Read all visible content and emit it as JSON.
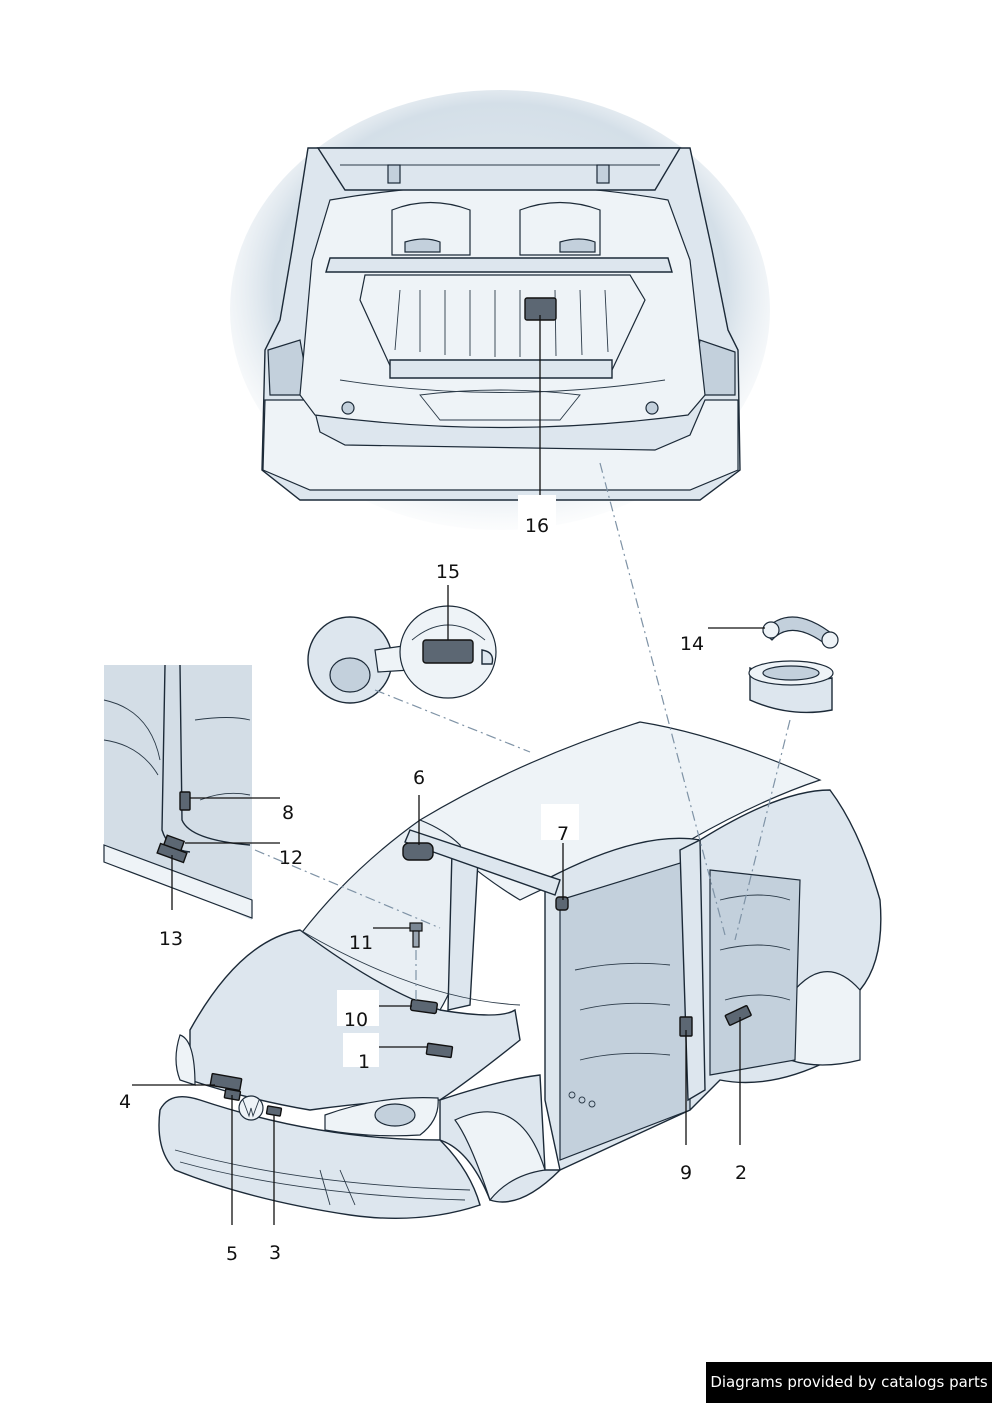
{
  "callouts": [
    {
      "id": "1",
      "label": "1"
    },
    {
      "id": "2",
      "label": "2"
    },
    {
      "id": "3",
      "label": "3"
    },
    {
      "id": "4",
      "label": "4"
    },
    {
      "id": "5",
      "label": "5"
    },
    {
      "id": "6",
      "label": "6"
    },
    {
      "id": "7",
      "label": "7"
    },
    {
      "id": "8",
      "label": "8"
    },
    {
      "id": "9",
      "label": "9"
    },
    {
      "id": "10",
      "label": "10"
    },
    {
      "id": "11",
      "label": "11"
    },
    {
      "id": "12",
      "label": "12"
    },
    {
      "id": "13",
      "label": "13"
    },
    {
      "id": "14",
      "label": "14"
    },
    {
      "id": "15",
      "label": "15"
    },
    {
      "id": "16",
      "label": "16"
    }
  ],
  "credit": "Diagrams provided by catalogs parts",
  "colors": {
    "body_fill": "#dde6ee",
    "shadow": "#c3d0dc",
    "sticker": "#5c6773",
    "leader": "#111111",
    "guide_dash": "#7f93a6",
    "credit_bg": "#000000",
    "credit_text": "#ffffff"
  }
}
